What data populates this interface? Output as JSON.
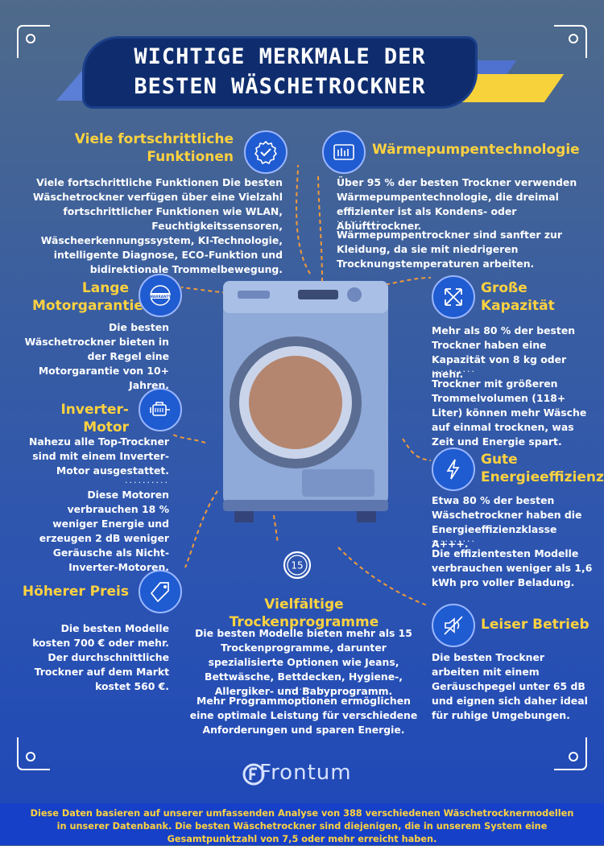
{
  "title": {
    "line1": "WICHTIGE MERKMALE DER",
    "line2": "BESTEN WÄSCHETROCKNER"
  },
  "features": {
    "funktionen": {
      "title_l1": "Viele fortschrittliche",
      "title_l2": "Funktionen",
      "text": "Viele fortschrittliche Funktionen Die besten Wäschetrockner verfügen über eine Vielzahl fortschrittlicher Funktionen wie WLAN, Feuchtigkeitssensoren, Wäscheerkennungssystem, KI-Technologie, intelligente Diagnose, ECO-Funktion und bidirektionale Trommelbewegung.",
      "icon": "badge-check-icon"
    },
    "waermepumpe": {
      "title": "Wärmepumpentechnologie",
      "text1": "Über 95 % der besten Trockner verwenden Wärmepumpentechnologie, die dreimal effizienter ist als Kondens- oder Ablufttrockner.",
      "text2": "Wärmepumpentrockner sind sanfter zur Kleidung, da sie mit niedrigeren Trocknungstemperaturen arbeiten.",
      "icon": "heat-pump-icon"
    },
    "motorgarantie": {
      "title_l1": "Lange",
      "title_l2": "Motorgarantie",
      "text": "Die besten Wäschetrockner bieten in der Regel eine Motorgarantie von 10+ Jahren.",
      "icon": "warranty-seal-icon",
      "icon_text": "WARRANTY"
    },
    "kapazitaet": {
      "title_l1": "Große",
      "title_l2": "Kapazität",
      "text1": "Mehr als 80 % der besten Trockner haben eine Kapazität von 8 kg oder mehr.",
      "text2": "Trockner mit größeren Trommelvolumen (118+ Liter) können mehr Wäsche auf einmal trocknen, was Zeit und Energie spart.",
      "icon": "expand-arrows-icon"
    },
    "inverter": {
      "title": "Inverter-Motor",
      "text1": "Nahezu alle Top-Trockner sind mit einem Inverter-Motor ausgestattet.",
      "text2": "Diese Motoren verbrauchen 18 % weniger Energie und erzeugen 2 dB weniger Geräusche als Nicht-Inverter-Motoren.",
      "icon": "motor-icon"
    },
    "energie": {
      "title_l1": "Gute",
      "title_l2": "Energieeffizienz",
      "text1": "Etwa 80 % der besten Wäschetrockner haben die Energieeffizienzklasse A+++.",
      "text2": "Die effizientesten Modelle verbrauchen weniger als 1,6 kWh pro voller Beladung.",
      "icon": "lightning-icon"
    },
    "preis": {
      "title": "Höherer Preis",
      "text": "Die besten Modelle kosten 700 € oder mehr. Der durchschnittliche Trockner auf dem Markt kostet 560 €.",
      "icon": "price-tag-icon"
    },
    "programme": {
      "title": "Vielfältige Trockenprogramme",
      "text1": "Die besten Modelle bieten mehr als 15 Trockenprogramme, darunter spezialisierte Optionen wie Jeans, Bettwäsche, Bettdecken, Hygiene-, Allergiker- und Babyprogramm.",
      "text2": "Mehr Programmoptionen ermöglichen eine optimale Leistung für verschiedene Anforderungen und sparen Energie.",
      "icon": "timer-15-icon",
      "icon_text": "15"
    },
    "leise": {
      "title": "Leiser Betrieb",
      "text": "Die besten Trockner arbeiten mit einem Geräuschpegel unter 65 dB und eignen sich daher ideal für ruhige Umgebungen.",
      "icon": "muted-speaker-icon"
    }
  },
  "separator": "..........",
  "brand": "Frontum",
  "footer": "Diese Daten basieren auf unserer umfassenden Analyse von 388 verschiedenen Wäschetrocknermodellen in unserer Datenbank. Die besten Wäschetrockner sind diejenigen, die in unserem System eine Gesamtpunktzahl von 7,5 oder mehr erreicht haben.",
  "colors": {
    "accent": "#ffd23f",
    "icon_bg": "#1f5bd1",
    "title_band": "#0f2d6e",
    "footer_bg": "#1640c8"
  }
}
